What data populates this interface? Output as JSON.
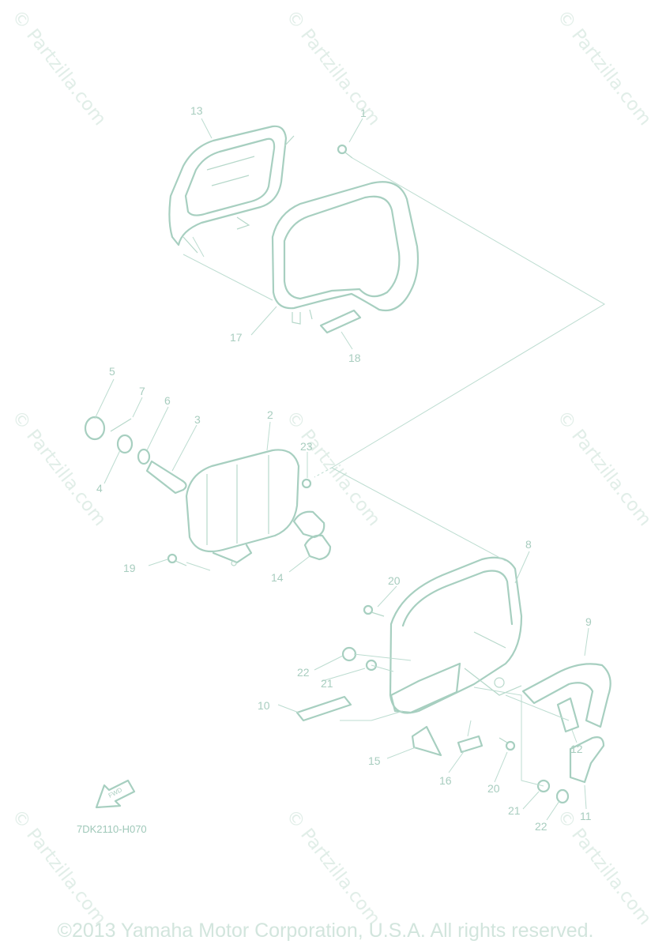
{
  "watermark_text": "© Partzilla.com",
  "diagram_code": "7DK2110-H070",
  "fwd_label": "FWD",
  "copyright": "©2013 Yamaha Motor Corporation, U.S.A. All rights reserved.",
  "colors": {
    "line": "#a7cfc0",
    "text": "#a8cdbf",
    "watermark": "#e1eee8"
  },
  "callouts": {
    "c1": "1",
    "c2": "2",
    "c3": "3",
    "c4": "4",
    "c5": "5",
    "c6": "6",
    "c7": "7",
    "c8": "8",
    "c9": "9",
    "c10": "10",
    "c11": "11",
    "c12": "12",
    "c13": "13",
    "c14": "14",
    "c15": "15",
    "c16": "16",
    "c17": "17",
    "c18": "18",
    "c19": "19",
    "c20a": "20",
    "c20b": "20",
    "c21a": "21",
    "c21b": "21",
    "c22a": "22",
    "c22b": "22",
    "c23": "23"
  }
}
